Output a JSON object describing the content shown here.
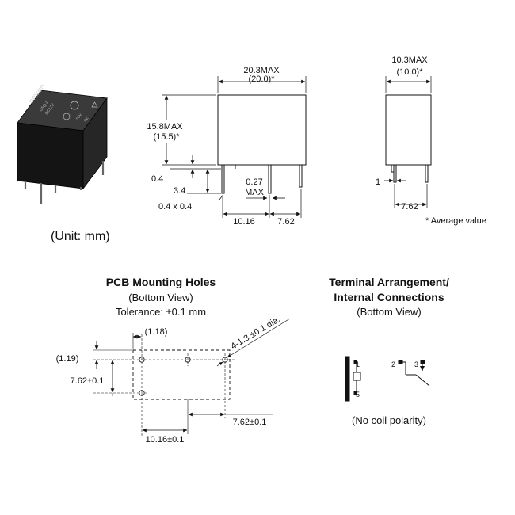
{
  "photo": {
    "brand": "omron",
    "marking_lines": [
      "G5Q-1",
      "DC12V",
      "TUV",
      "CE"
    ]
  },
  "side_view": {
    "width_max": "20.3MAX",
    "width_avg": "(20.0)*",
    "height_max": "15.8MAX",
    "height_avg": "(15.5)*",
    "pin_thick": "0.4",
    "pin_length": "3.4",
    "pin_section": "0.4 x 0.4",
    "pin_width_val": "0.27",
    "pin_width_max": "MAX",
    "pitch_1": "10.16",
    "pitch_2": "7.62"
  },
  "end_view": {
    "width_max": "10.3MAX",
    "width_avg": "(10.0)*",
    "pin_width": "1",
    "pitch": "7.62",
    "footnote": "* Average value"
  },
  "unit_note": "(Unit: mm)",
  "pcb": {
    "title": "PCB Mounting Holes",
    "view": "(Bottom View)",
    "tolerance": "Tolerance: ±0.1 mm",
    "dim_top_offset": "(1.18)",
    "dim_left_offset": "(1.19)",
    "hole_callout": "4-1.3 ±0.1 dia.",
    "dim_row_pitch": "7.62±0.1",
    "dim_col_pitch_right": "7.62±0.1",
    "dim_col_pitch_left": "10.16±0.1"
  },
  "terminal": {
    "title_line1": "Terminal Arrangement/",
    "title_line2": "Internal Connections",
    "view": "(Bottom View)",
    "pin_labels": [
      "1",
      "5",
      "2",
      "3"
    ],
    "polarity_note": "(No coil polarity)"
  },
  "colors": {
    "ink": "#111111",
    "relay_body": "#1a1a1a",
    "background": "#ffffff"
  }
}
